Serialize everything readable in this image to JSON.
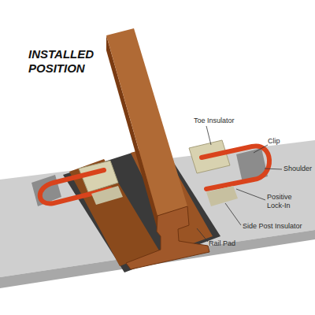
{
  "diagram": {
    "title": "INSTALLED POSITION",
    "labels": [
      "Toe Insulator",
      "Clip",
      "Shoulder",
      "Positive Lock-In",
      "Side Post Insulator",
      "Rail Pad"
    ]
  }
}
